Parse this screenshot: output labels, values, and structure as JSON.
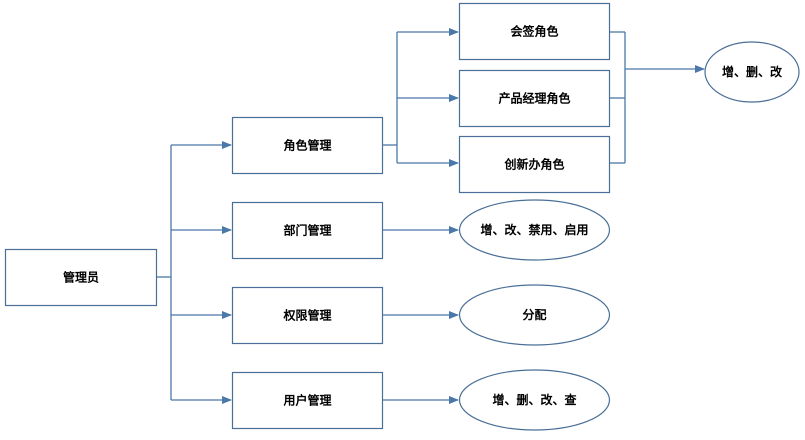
{
  "diagram": {
    "type": "hierarchy-flowchart",
    "colors": {
      "stroke": "#4a6f96",
      "connector": "#4a78a8",
      "text": "#000000",
      "fill": "#ffffff"
    },
    "root": {
      "label": "管理员"
    },
    "modules": [
      {
        "label": "角色管理"
      },
      {
        "label": "部门管理"
      },
      {
        "label": "权限管理"
      },
      {
        "label": "用户管理"
      }
    ],
    "roles": [
      {
        "label": "会签角色"
      },
      {
        "label": "产品经理角色"
      },
      {
        "label": "创新办角色"
      }
    ],
    "role_actions": {
      "label": "增、删、改"
    },
    "module_actions": [
      {
        "module": "部门管理",
        "label": "增、改、禁用、启用"
      },
      {
        "module": "权限管理",
        "label": "分配"
      },
      {
        "module": "用户管理",
        "label": "增、删、改、查"
      }
    ]
  }
}
